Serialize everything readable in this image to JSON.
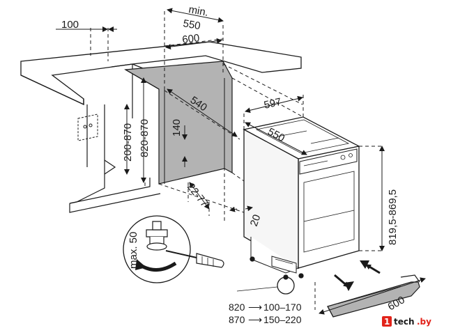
{
  "dimensions": {
    "min_label": "min.",
    "d550_top": "550",
    "d100": "100",
    "d600_top": "600",
    "d540": "540",
    "d597": "597",
    "d550_unit": "550",
    "d140": "140",
    "d200_870": "200-870",
    "d820_870": "820-870",
    "d22_77": "22-77",
    "d20": "20",
    "d819_869": "819,5-869,5",
    "dmax50": "max. 50",
    "d600_bottom": "600"
  },
  "table": [
    {
      "from": "820",
      "arrow": "⟶",
      "to": "100–170"
    },
    {
      "from": "870",
      "arrow": "⟶",
      "to": "150–220"
    }
  ],
  "watermark": {
    "prefix": "1",
    "main": "tech",
    "suffix": ".by"
  },
  "colors": {
    "niche_gray": "#b3b3b3",
    "line": "#1a1a1a",
    "panel": "#f6f6f6",
    "wm_red": "#e2231a"
  }
}
